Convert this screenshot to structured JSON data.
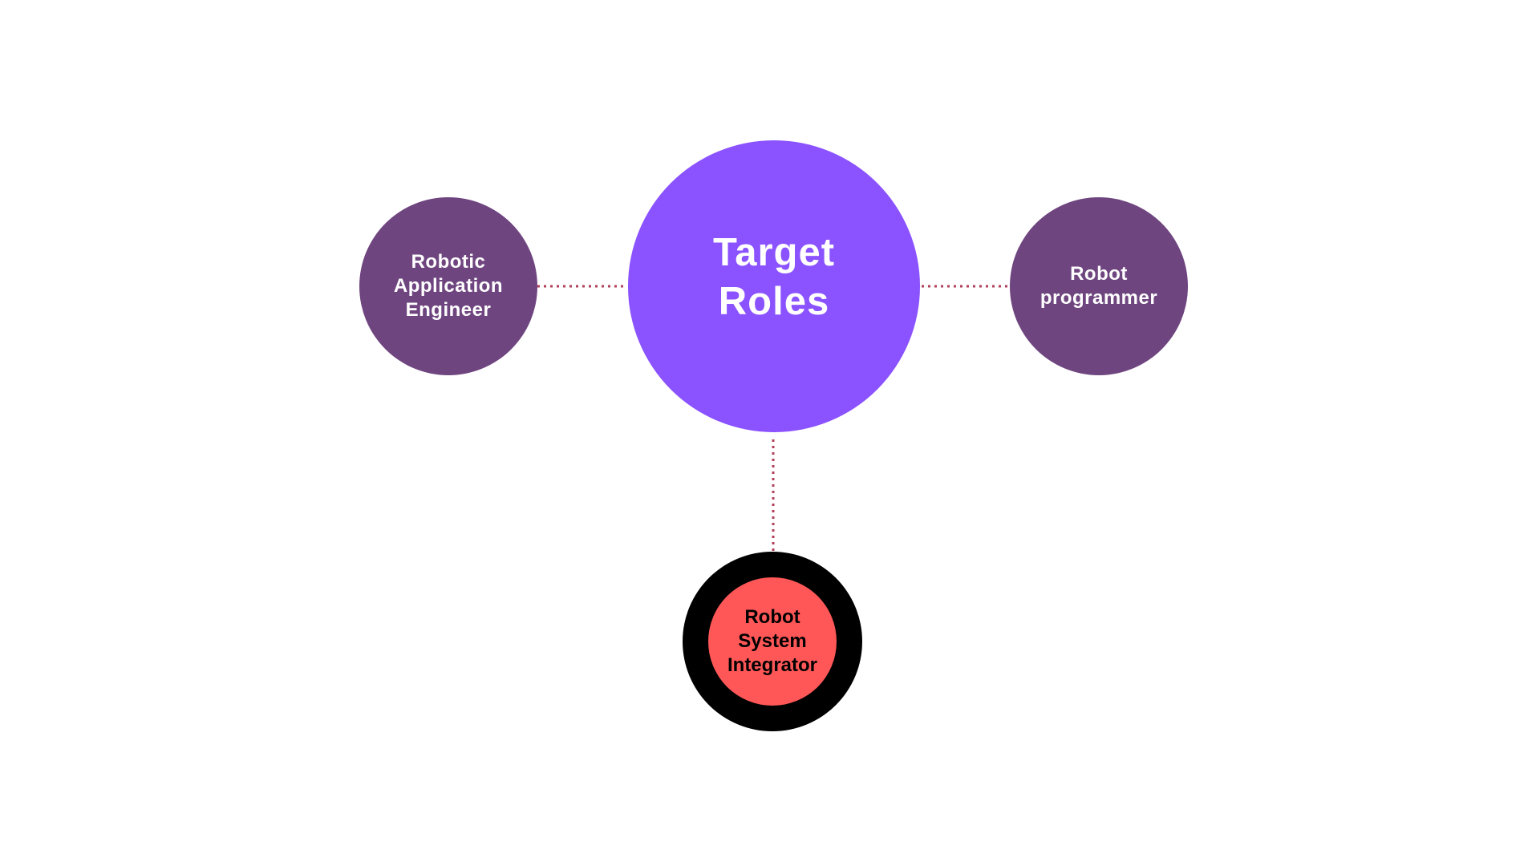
{
  "diagram": {
    "center": {
      "label": "Target\nRoles",
      "color": "#8b52ff"
    },
    "left": {
      "label": "Robotic\nApplication\nEngineer",
      "color": "#6f4580"
    },
    "right": {
      "label": "Robot\nprogrammer",
      "color": "#6f4580"
    },
    "bottom": {
      "label": "Robot\nSystem\nIntegrator",
      "ring_color": "#000000",
      "fill_color": "#ff5757"
    },
    "connector_color": "#b0405a"
  }
}
